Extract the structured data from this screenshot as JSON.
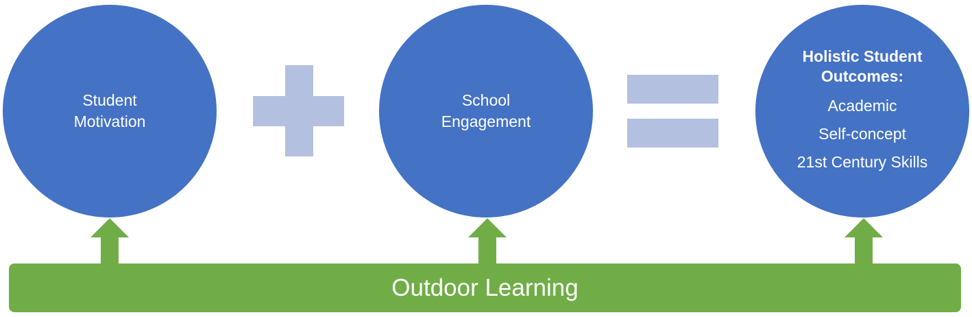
{
  "colors": {
    "circle": "#4472C4",
    "operator": "#B4C0E0",
    "green": "#70AD47",
    "text": "#FFFFFF"
  },
  "circles": [
    {
      "label": "Student\nMotivation"
    },
    {
      "label": "School\nEngagement"
    },
    {
      "title": "Holistic Student\nOutcomes:",
      "items": [
        "Academic",
        "Self-concept",
        "21st Century Skills"
      ]
    }
  ],
  "operators": {
    "plus": "plus-icon",
    "equals": "equals-icon"
  },
  "base": {
    "label": "Outdoor Learning"
  },
  "arrows": {
    "icon": "arrow-up-icon"
  }
}
